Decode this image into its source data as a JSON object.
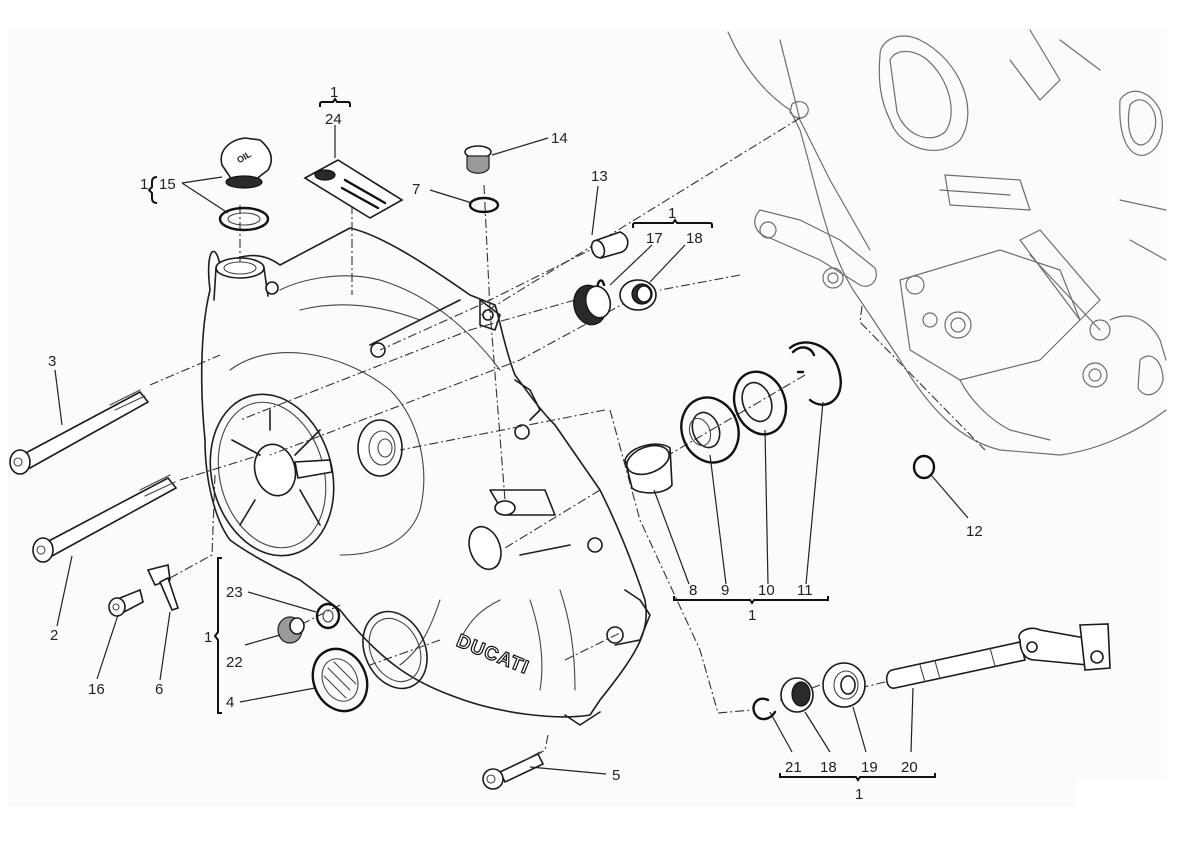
{
  "diagram": {
    "type": "exploded parts diagram",
    "subject": "Clutch cover assembly",
    "brand_logo_text": "DUCATI",
    "oil_cap_text": "OIL",
    "part_labels": [
      {
        "id": "p1_top",
        "text": "1"
      },
      {
        "id": "p24",
        "text": "24"
      },
      {
        "id": "p1_15",
        "text": "1"
      },
      {
        "id": "p15",
        "text": "15"
      },
      {
        "id": "p7",
        "text": "7"
      },
      {
        "id": "p14",
        "text": "14"
      },
      {
        "id": "p13",
        "text": "13"
      },
      {
        "id": "p1_1718",
        "text": "1"
      },
      {
        "id": "p17",
        "text": "17"
      },
      {
        "id": "p18a",
        "text": "18"
      },
      {
        "id": "p3",
        "text": "3"
      },
      {
        "id": "p2",
        "text": "2"
      },
      {
        "id": "p16",
        "text": "16"
      },
      {
        "id": "p6",
        "text": "6"
      },
      {
        "id": "p1_left",
        "text": "1"
      },
      {
        "id": "p23",
        "text": "23"
      },
      {
        "id": "p22",
        "text": "22"
      },
      {
        "id": "p4",
        "text": "4"
      },
      {
        "id": "p5",
        "text": "5"
      },
      {
        "id": "p8",
        "text": "8"
      },
      {
        "id": "p9",
        "text": "9"
      },
      {
        "id": "p10",
        "text": "10"
      },
      {
        "id": "p11",
        "text": "11"
      },
      {
        "id": "p1_811",
        "text": "1"
      },
      {
        "id": "p12",
        "text": "12"
      },
      {
        "id": "p21",
        "text": "21"
      },
      {
        "id": "p18b",
        "text": "18"
      },
      {
        "id": "p19",
        "text": "19"
      },
      {
        "id": "p20",
        "text": "20"
      },
      {
        "id": "p1_1920",
        "text": "1"
      }
    ],
    "groups": [
      {
        "parent": "1",
        "children": [
          "24"
        ]
      },
      {
        "parent": "1",
        "children": [
          "15"
        ]
      },
      {
        "parent": "1",
        "children": [
          "17",
          "18"
        ]
      },
      {
        "parent": "1",
        "children": [
          "23",
          "22",
          "4"
        ]
      },
      {
        "parent": "1",
        "children": [
          "8",
          "9",
          "10",
          "11"
        ]
      },
      {
        "parent": "1",
        "children": [
          "21",
          "18",
          "19",
          "20"
        ]
      }
    ]
  }
}
